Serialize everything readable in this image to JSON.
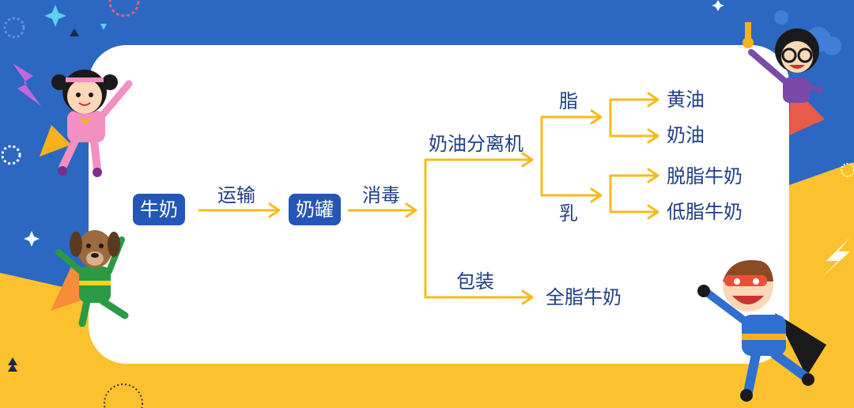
{
  "colors": {
    "blue": "#2c67c2",
    "yellow": "#fcc12e",
    "arrow": "#f5bb1e",
    "text": "#1f3f86",
    "box": "#2356b8"
  },
  "diagram": {
    "nodes": {
      "milk": "牛奶",
      "tank": "奶罐",
      "separator": "奶油分离机",
      "fat": "脂",
      "milk_part": "乳",
      "butter": "黄油",
      "cream": "奶油",
      "skim": "脱脂牛奶",
      "lowfat": "低脂牛奶",
      "whole": "全脂牛奶"
    },
    "edge_labels": {
      "transport": "运输",
      "sterilize": "消毒",
      "package": "包装"
    }
  },
  "decorations": [
    "girl-hero-icon",
    "dog-hero-icon",
    "glasses-girl-icon",
    "boy-hero-icon",
    "lightning-icon",
    "sparkle-icon",
    "tree-icon",
    "cloud-icon"
  ]
}
